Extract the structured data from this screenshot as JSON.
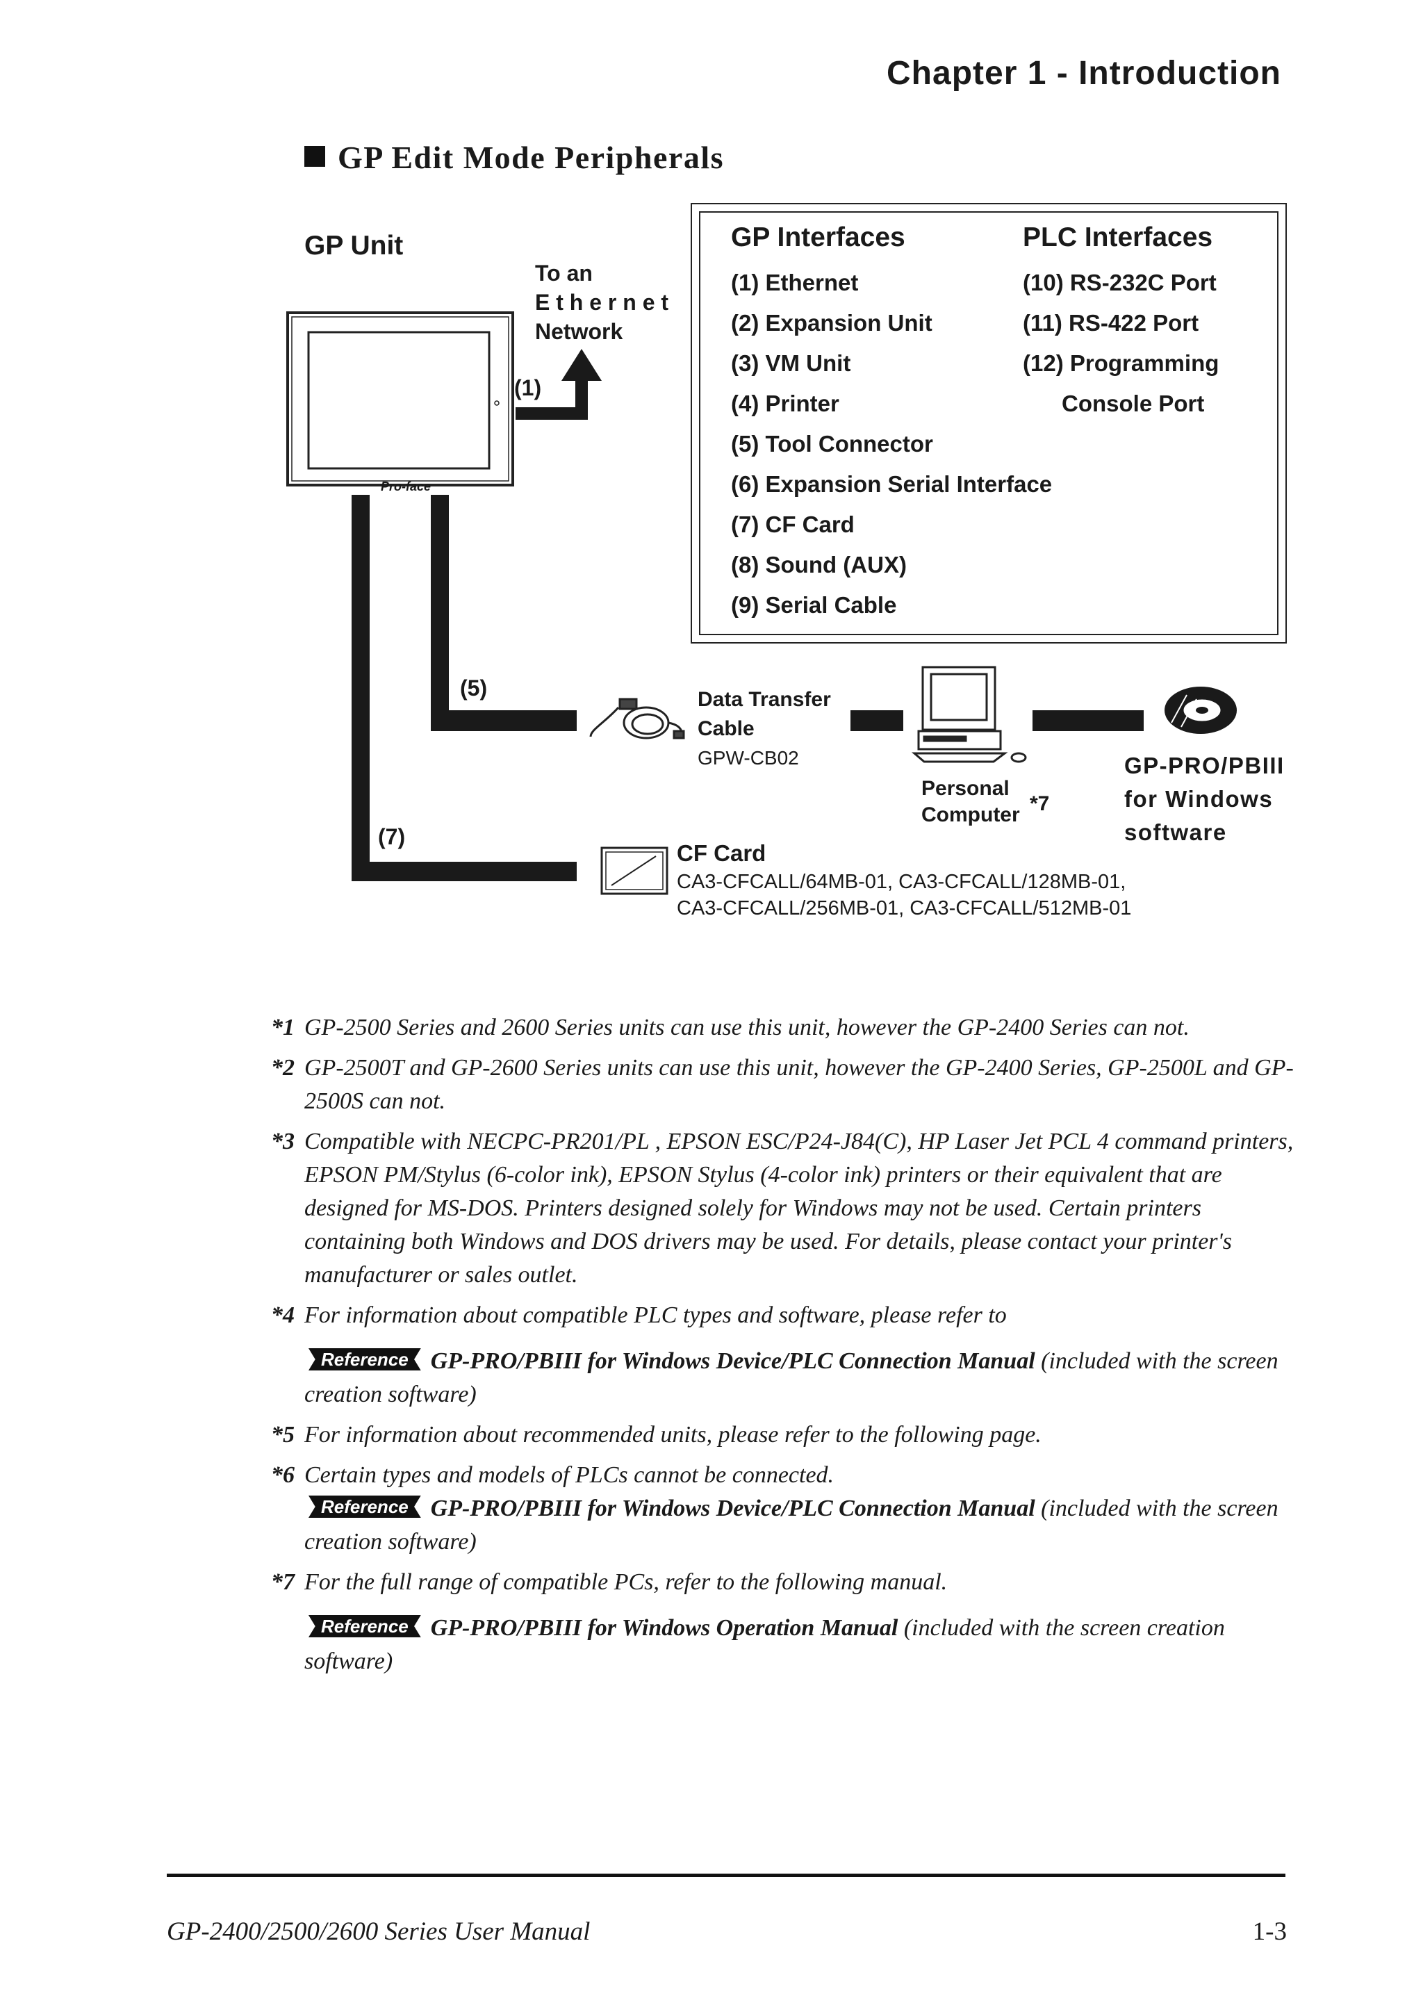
{
  "header": {
    "chapter": "Chapter 1 - Introduction"
  },
  "section": {
    "title": "GP Edit Mode Peripherals"
  },
  "diagram": {
    "gp_unit_label": "GP Unit",
    "ethernet_label": [
      "To an",
      "E t h e r n e t",
      "Network"
    ],
    "port_1": "(1)",
    "port_5": "(5)",
    "port_7": "(7)",
    "gp_interfaces": {
      "heading": "GP Interfaces",
      "items": [
        "(1) Ethernet",
        "(2) Expansion Unit",
        "(3) VM Unit",
        "(4) Printer",
        "(5) Tool Connector",
        "(6) Expansion Serial Interface",
        "(7) CF Card",
        "(8) Sound (AUX)",
        "(9) Serial Cable"
      ]
    },
    "plc_interfaces": {
      "heading": "PLC Interfaces",
      "items": [
        "(10) RS-232C Port",
        "(11) RS-422 Port",
        "(12) Programming",
        "Console Port"
      ]
    },
    "data_cable": {
      "line1": "Data Transfer",
      "line2": "Cable",
      "model": "GPW-CB02"
    },
    "personal_computer": {
      "line1": "Personal",
      "line2": "Computer",
      "note": "*7"
    },
    "software": {
      "line1": "GP-PRO/PBIII",
      "line2": "for Windows",
      "line3": "software"
    },
    "cf_card": {
      "label": "CF Card",
      "models_line1": "CA3-CFCALL/64MB-01,   CA3-CFCALL/128MB-01,",
      "models_line2": "CA3-CFCALL/256MB-01, CA3-CFCALL/512MB-01"
    },
    "monitor_brand": "Pro-face"
  },
  "notes": [
    {
      "marker": "*1",
      "text": "GP-2500 Series and 2600 Series units can use this unit, however the GP-2400 Series can not."
    },
    {
      "marker": "*2",
      "text": "GP-2500T and GP-2600 Series units can use this unit, however the GP-2400 Series, GP-2500L and GP-2500S can not."
    },
    {
      "marker": "*3",
      "text": "Compatible with NECPC-PR201/PL , EPSON ESC/P24-J84(C), HP Laser Jet PCL 4 command  printers, EPSON PM/Stylus (6-color ink), EPSON Stylus (4-color ink) printers or their equivalent that are designed for MS-DOS.     Printers designed solely for Windows may not be used. Certain printers containing both Windows and DOS drivers may be used. For details, please contact your printer's manufacturer or sales outlet."
    },
    {
      "marker": "*4",
      "text": "For information about compatible PLC types and software, please refer to"
    },
    {
      "marker": "*5",
      "text": "For information about recommended units, please refer to the following page."
    },
    {
      "marker": "*6",
      "text": "Certain types and models of PLCs cannot be connected."
    },
    {
      "marker": "*7",
      "text": "For the full range of compatible PCs, refer to the following manual."
    }
  ],
  "references": {
    "badge": "Reference",
    "ref4": {
      "title": "GP-PRO/PBIII  for Windows Device/PLC Connection Manual",
      "suffix": "(included with the screen creation software)"
    },
    "ref6": {
      "title": "GP-PRO/PBIII  for Windows Device/PLC Connection Manual",
      "suffix": "(included with the screen creation software)"
    },
    "ref7": {
      "title": "GP-PRO/PBIII for Windows Operation Manual",
      "suffix": "(included with the screen creation software)"
    }
  },
  "footer": {
    "manual": "GP-2400/2500/2600  Series User Manual",
    "page": "1-3"
  }
}
